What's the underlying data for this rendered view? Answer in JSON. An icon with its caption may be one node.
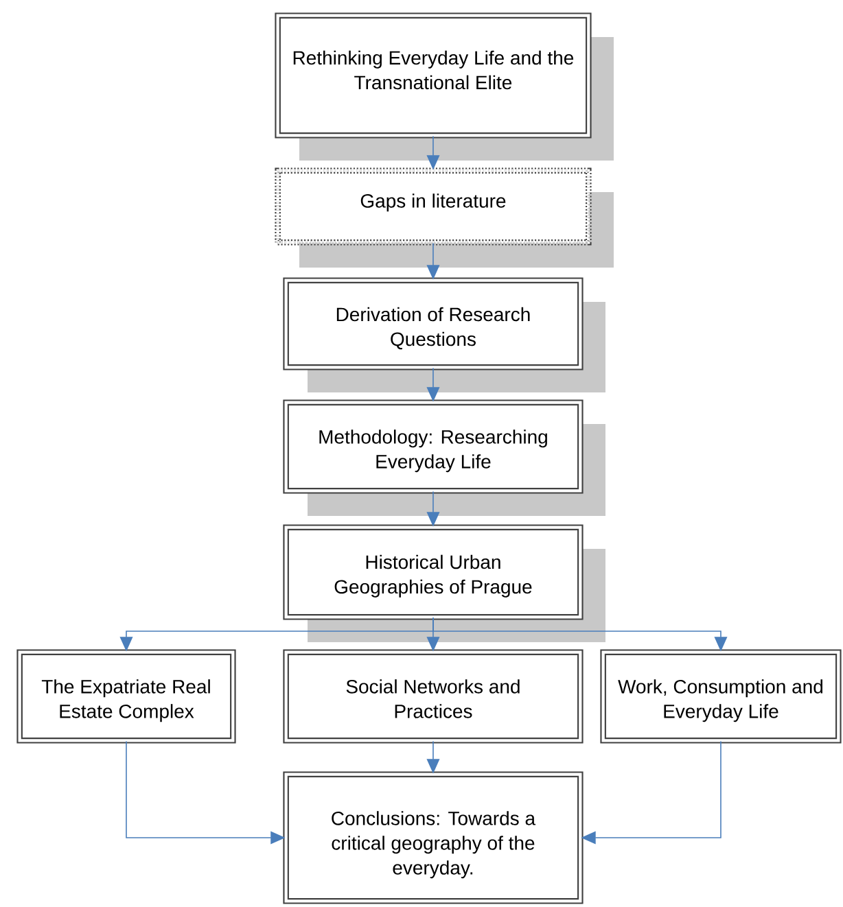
{
  "diagram": {
    "nodes": [
      {
        "text": [
          "Rethinking Everyday Life and the Transnational Elite"
        ]
      },
      {
        "text": [
          "Gaps in literature"
        ]
      },
      {
        "text": [
          "Derivation of Research Questions"
        ]
      },
      {
        "text": [
          "Methodology: Researching Everyday Life"
        ]
      },
      {
        "text": [
          "Historical Urban Geographies of Prague"
        ]
      },
      {
        "text": [
          "The Expatriate Real Estate Complex"
        ]
      },
      {
        "text": [
          "Social Networks and Practices"
        ]
      },
      {
        "text": [
          "Work, Consumption and Everyday Life"
        ]
      },
      {
        "text": [
          "Conclusions: Towards a critical geography of the everyday."
        ]
      }
    ],
    "edges": [
      {
        "from": 0,
        "to": 1,
        "arrow": "to"
      },
      {
        "from": 1,
        "to": 2,
        "arrow": "to"
      },
      {
        "from": 2,
        "to": 3,
        "arrow": "to"
      },
      {
        "from": 3,
        "to": 4,
        "arrow": "to"
      },
      {
        "from": 4,
        "to": 5,
        "arrow": "to"
      },
      {
        "from": 4,
        "to": 6,
        "arrow": "to"
      },
      {
        "from": 4,
        "to": 7,
        "arrow": "to"
      },
      {
        "from": 6,
        "to": 8,
        "arrow": "to"
      },
      {
        "from": 5,
        "to": 8,
        "arrow": "to"
      },
      {
        "from": 7,
        "to": 8,
        "arrow": "to"
      }
    ]
  }
}
